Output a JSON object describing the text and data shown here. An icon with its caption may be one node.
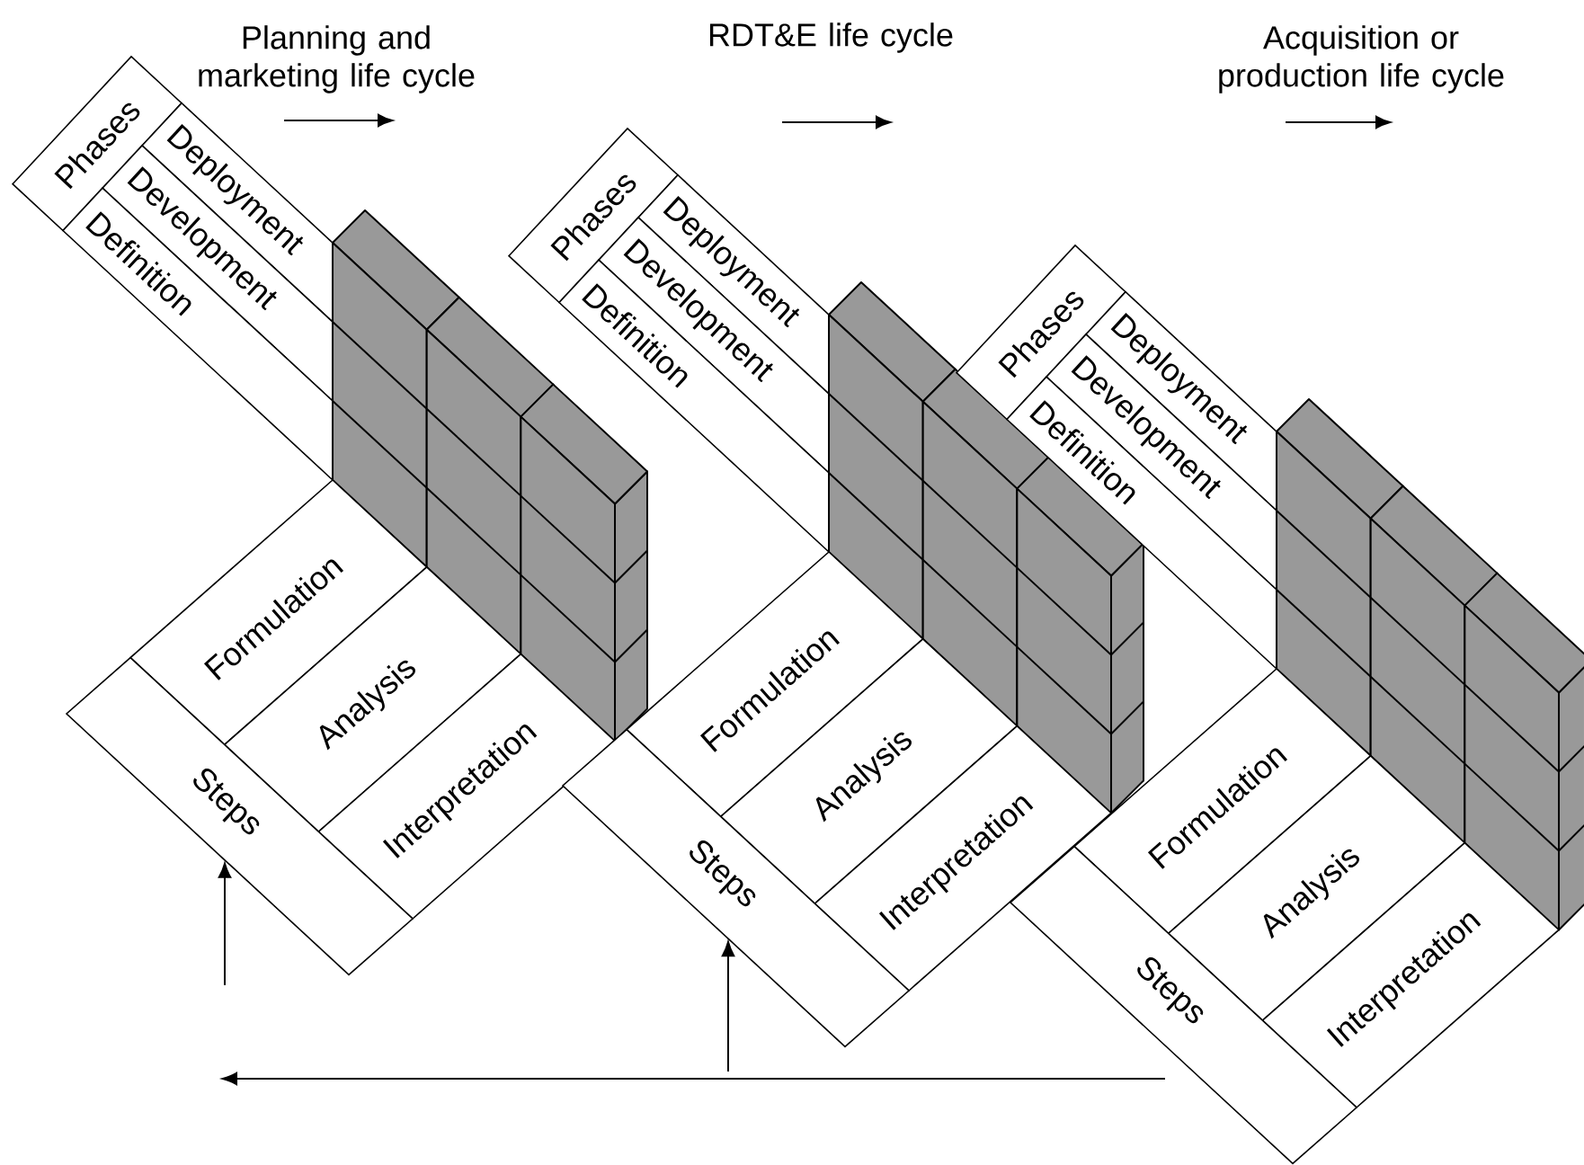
{
  "diagram": {
    "nodes": [
      {
        "text": [
          "Phases"
        ]
      },
      {
        "text": [
          "Deployment"
        ]
      },
      {
        "text": [
          "Development"
        ]
      },
      {
        "text": [
          "Definition"
        ]
      },
      {
        "text": [
          "Formulation"
        ]
      },
      {
        "text": [
          "Analysis"
        ]
      },
      {
        "text": [
          "Interpretation"
        ]
      },
      {
        "text": [
          "Steps"
        ]
      },
      {
        "text": [
          "Phases"
        ]
      },
      {
        "text": [
          "Deployment"
        ]
      },
      {
        "text": [
          "Development"
        ]
      },
      {
        "text": [
          "Definition"
        ]
      },
      {
        "text": [
          "Formulation"
        ]
      },
      {
        "text": [
          "Analysis"
        ]
      },
      {
        "text": [
          "Interpretation"
        ]
      },
      {
        "text": [
          "Steps"
        ]
      },
      {
        "text": [
          "Phases"
        ]
      },
      {
        "text": [
          "Deployment"
        ]
      },
      {
        "text": [
          "Development"
        ]
      },
      {
        "text": [
          "Definition"
        ]
      },
      {
        "text": [
          "Formulation"
        ]
      },
      {
        "text": [
          "Analysis"
        ]
      },
      {
        "text": [
          "Interpretation"
        ]
      },
      {
        "text": [
          "Steps"
        ]
      }
    ],
    "edges": [
      {
        "from": null,
        "to": 7,
        "arrow": "to"
      },
      {
        "from": null,
        "to": 15,
        "arrow": "to"
      }
    ],
    "labels": [
      "Planning and marketing life cycle",
      "RDT&E life cycle",
      "Acquisition or production life cycle"
    ]
  }
}
